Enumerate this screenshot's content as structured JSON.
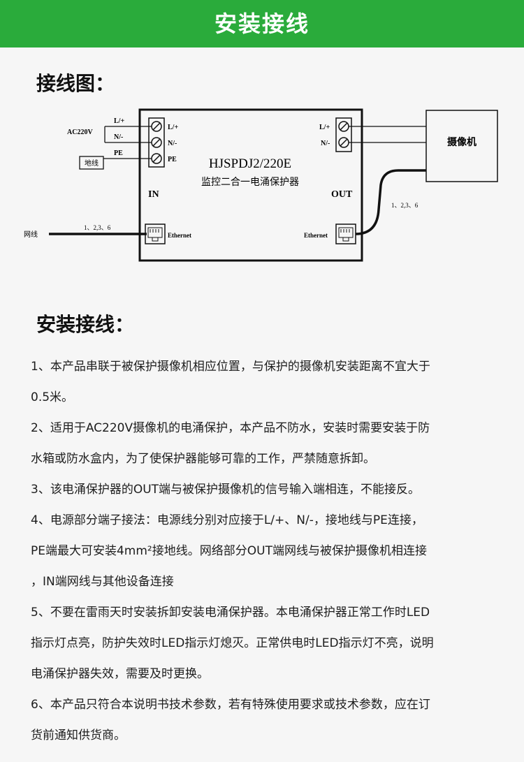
{
  "banner": {
    "title": "安装接线"
  },
  "wiring": {
    "heading": "接线图：",
    "model": "HJSPDJ2/220E",
    "subtitle": "监控二合一电涌保护器",
    "in_label": "IN",
    "out_label": "OUT",
    "ac_label": "AC220V",
    "left_terms": [
      "L/+",
      "N/-",
      "PE"
    ],
    "left_term_inner": [
      "L/+",
      "N/-",
      "PE"
    ],
    "right_terms": [
      "L/+",
      "N/-"
    ],
    "ground_box": "地线",
    "network_label": "网线",
    "pins_in": "1、2,3、6",
    "pins_out": "1、2,3、6",
    "ethernet_in": "Ethernet",
    "ethernet_out": "Ethernet",
    "camera": "摄像机"
  },
  "install": {
    "heading": "安装接线：",
    "lines": [
      "1、本产品串联于被保护摄像机相应位置，与保护的摄像机安装距离不宜大于",
      "0.5米。",
      "2、适用于AC220V摄像机的电涌保护，本产品不防水，安装时需要安装于防",
      "水箱或防水盒内，为了使保护器能够可靠的工作，严禁随意拆卸。",
      "3、该电涌保护器的OUT端与被保护摄像机的信号输入端相连，不能接反。",
      "4、电源部分端子接法：电源线分别对应接于L/+、N/-，接地线与PE连接，",
      "PE端最大可安装4mm²接地线。网络部分OUT端网线与被保护摄像机相连接",
      "，IN端网线与其他设备连接",
      "5、不要在雷雨天时安装拆卸安装电涌保护器。本电涌保护器正常工作时LED",
      "指示灯点亮，防护失效时LED指示灯熄灭。正常供电时LED指示灯不亮，说明",
      "电涌保护器失效，需要及时更换。",
      "6、本产品只符合本说明书技术参数，若有特殊使用要求或技术参数，应在订",
      "货前通知供货商。"
    ]
  }
}
